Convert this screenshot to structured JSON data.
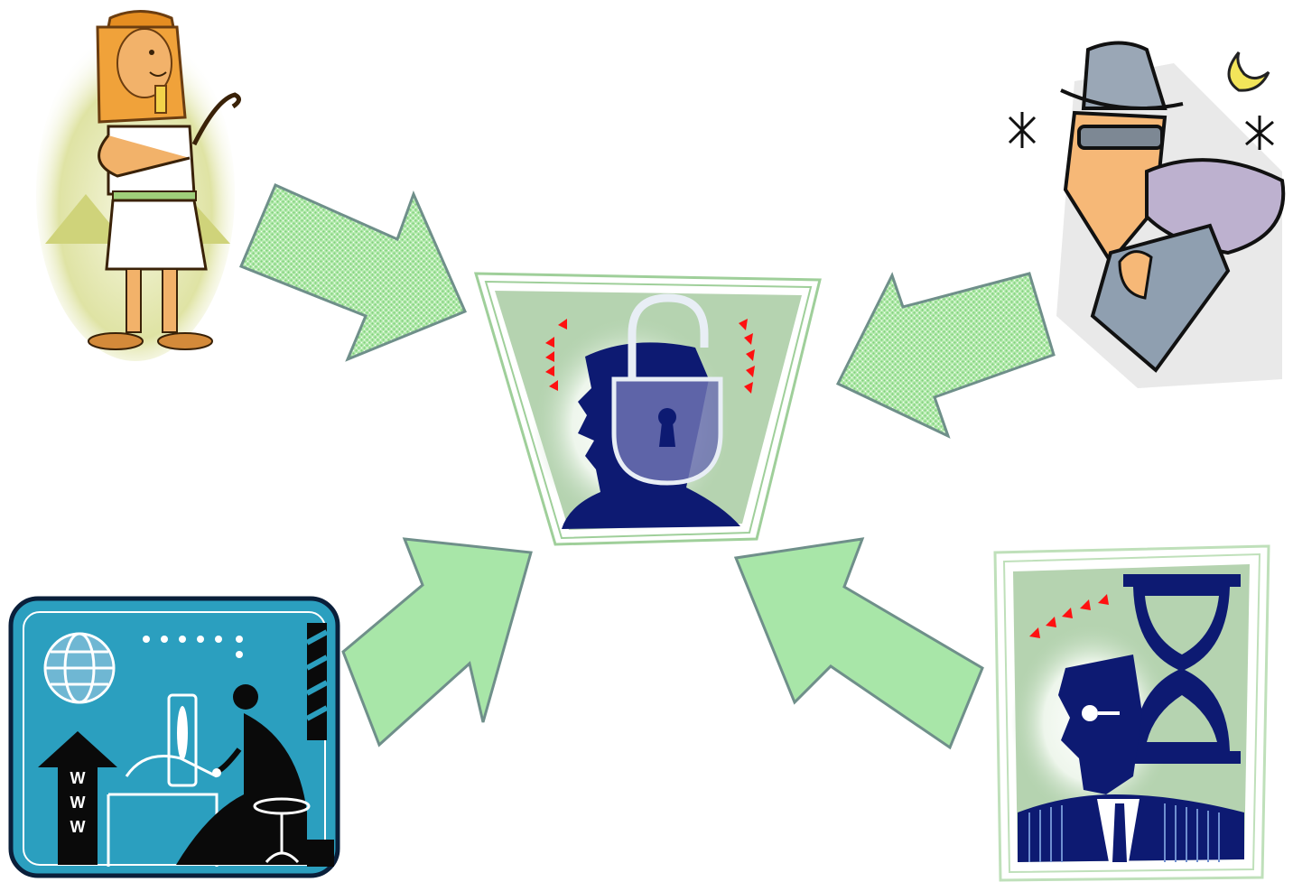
{
  "colors": {
    "arrow_light_green": "#a8e6a8",
    "arrow_outline": "#6f8f8a",
    "panel_green": "#b5d3b0",
    "navy": "#0d1a72",
    "teal_frame": "#2b9fbf",
    "lock_white": "#e8eef5",
    "alert_red": "#ff1010"
  },
  "images": {
    "pharaoh": {
      "icon": "pharaoh-icon"
    },
    "burglar": {
      "icon": "burglar-icon"
    },
    "computer_user": {
      "icon": "computer-user-icon",
      "arrow_labels": [
        "W",
        "W",
        "W"
      ]
    },
    "hourglass_man": {
      "icon": "hourglass-man-icon"
    },
    "locked_mind": {
      "icon": "padlock-head-icon"
    }
  },
  "arrows": [
    {
      "icon": "arrow-right-down",
      "fill": "patterned"
    },
    {
      "icon": "arrow-left-down",
      "fill": "patterned"
    },
    {
      "icon": "arrow-right-up",
      "fill": "solid"
    },
    {
      "icon": "arrow-left-up",
      "fill": "solid"
    }
  ]
}
